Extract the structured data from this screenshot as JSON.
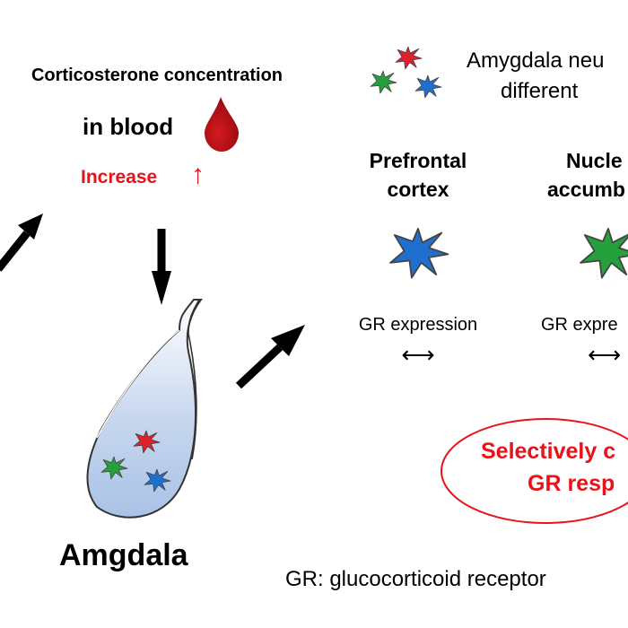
{
  "blood": {
    "title": "Corticosterone concentration",
    "subtitle": "in blood",
    "change_label": "Increase",
    "change_arrow": "↑"
  },
  "amygdala": {
    "label": "Amgdala"
  },
  "legend": {
    "line1": "Amygdala neu",
    "line2": "different"
  },
  "regions": [
    {
      "name_line1": "Prefrontal",
      "name_line2": "cortex",
      "expression": "GR expression",
      "arrow": "⟷"
    },
    {
      "name_line1": "Nucle",
      "name_line2": "accumb",
      "expression": "GR expre",
      "arrow": "⟷"
    }
  ],
  "result": {
    "line1": "Selectively c",
    "line2": "GR resp"
  },
  "footnote": "GR: glucocorticoid receptor",
  "colors": {
    "red": "#e8121a",
    "neuron_red": "#e0202a",
    "neuron_green": "#25a03c",
    "neuron_blue": "#1f6fd0",
    "blood_drop": "#b01218"
  }
}
